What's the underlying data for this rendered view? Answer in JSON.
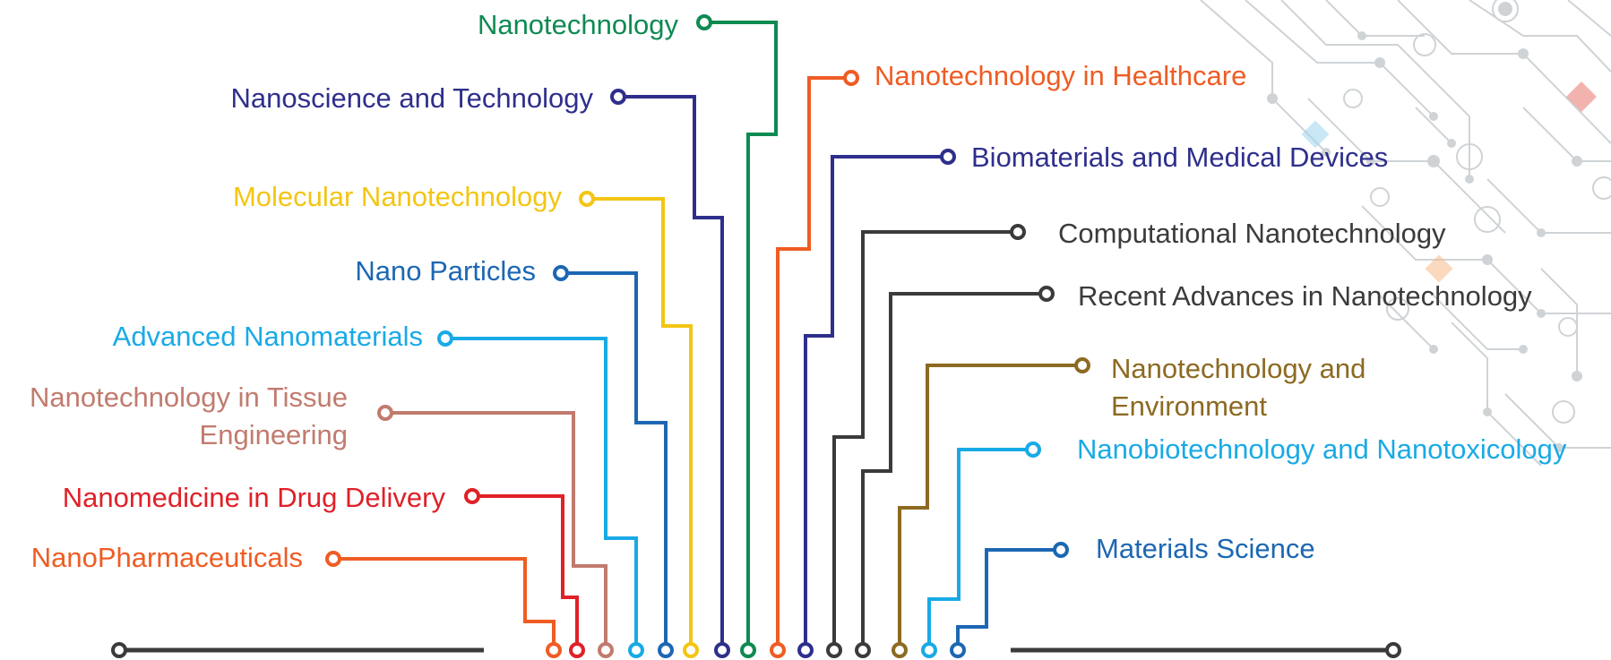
{
  "topics": [
    {
      "id": "nanotechnology",
      "label": "Nanotechnology",
      "lines": [
        "Nanotechnology"
      ],
      "color": "#0e8a52"
    },
    {
      "id": "nanoscience",
      "label": "Nanoscience and Technology",
      "lines": [
        "Nanoscience and Technology"
      ],
      "color": "#2e2f8c"
    },
    {
      "id": "molecular",
      "label": "Molecular Nanotechnology",
      "lines": [
        "Molecular Nanotechnology"
      ],
      "color": "#f3c514"
    },
    {
      "id": "nanoparticles",
      "label": "Nano Particles",
      "lines": [
        "Nano Particles"
      ],
      "color": "#1c67b3"
    },
    {
      "id": "advanced",
      "label": "Advanced Nanomaterials",
      "lines": [
        "Advanced Nanomaterials"
      ],
      "color": "#19aae6"
    },
    {
      "id": "tissue",
      "label": "Nanotechnology in Tissue Engineering",
      "lines": [
        "Nanotechnology in Tissue",
        "Engineering"
      ],
      "color": "#c17b6e"
    },
    {
      "id": "nanomedicine",
      "label": "Nanomedicine in Drug Delivery",
      "lines": [
        "Nanomedicine in Drug Delivery"
      ],
      "color": "#e02128"
    },
    {
      "id": "nanopharma",
      "label": "NanoPharmaceuticals",
      "lines": [
        "NanoPharmaceuticals"
      ],
      "color": "#ef5c24"
    },
    {
      "id": "healthcare",
      "label": "Nanotechnology in Healthcare",
      "lines": [
        "Nanotechnology in Healthcare"
      ],
      "color": "#ef5c24"
    },
    {
      "id": "biomaterials",
      "label": "Biomaterials and Medical Devices",
      "lines": [
        "Biomaterials and Medical Devices"
      ],
      "color": "#2e2f8c"
    },
    {
      "id": "computational",
      "label": "Computational Nanotechnology",
      "lines": [
        "Computational Nanotechnology"
      ],
      "color": "#3b3b3b"
    },
    {
      "id": "recent",
      "label": "Recent Advances in Nanotechnology",
      "lines": [
        "Recent Advances in Nanotechnology"
      ],
      "color": "#3b3b3b"
    },
    {
      "id": "environment",
      "label": "Nanotechnology and Environment",
      "lines": [
        "Nanotechnology and",
        "Environment"
      ],
      "color": "#8c6a22"
    },
    {
      "id": "nanobio",
      "label": "Nanobiotechnology and Nanotoxicology",
      "lines": [
        "Nanobiotechnology and Nanotoxicology"
      ],
      "color": "#19aae6"
    },
    {
      "id": "materials",
      "label": "Materials Science",
      "lines": [
        "Materials Science"
      ],
      "color": "#1c67b3"
    }
  ],
  "colors": {
    "baseline": "#3b3b3b",
    "circuit_bg": "#cfd3d6",
    "accent_red": "#e8756b",
    "accent_blue": "#9fd4ef",
    "accent_orange": "#f6b98a"
  }
}
